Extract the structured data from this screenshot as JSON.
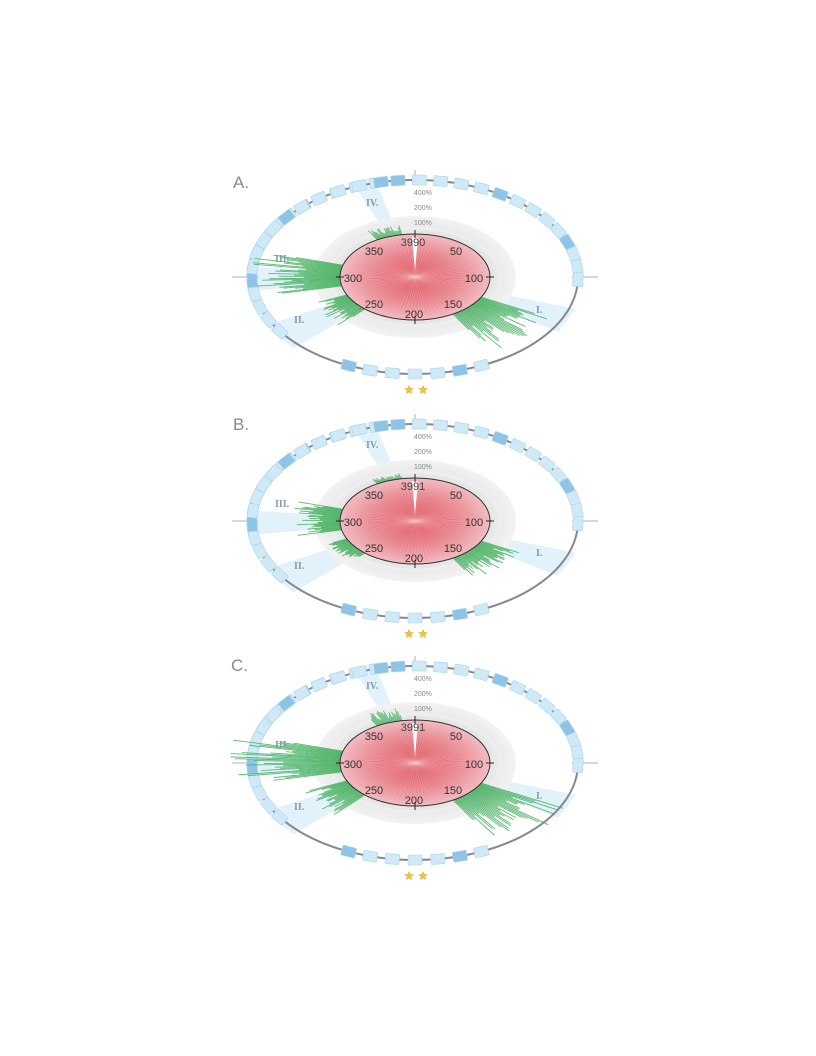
{
  "colors": {
    "segment": "#cfe9f7",
    "segment_dark": "#8ec4e6",
    "highlight": "#d8eef9",
    "density": "#e05563",
    "bars": "#3fae5a",
    "ring": "#888888",
    "star": "#f2c530"
  },
  "panels": [
    {
      "label": "A.",
      "total": "3990",
      "ticks": [
        "350",
        "50",
        "300",
        "100",
        "250",
        "150",
        "200"
      ],
      "percent_labels": [
        "400%",
        "200%",
        "100%"
      ],
      "region_labels": [
        "I.",
        "II.",
        "III.",
        "IV."
      ],
      "bars_intensity": 1.0
    },
    {
      "label": "B.",
      "total": "3991",
      "ticks": [
        "350",
        "50",
        "300",
        "100",
        "250",
        "150",
        "200"
      ],
      "percent_labels": [
        "400%",
        "200%",
        "100%"
      ],
      "region_labels": [
        "I.",
        "II.",
        "III.",
        "IV."
      ],
      "bars_intensity": 0.55
    },
    {
      "label": "C.",
      "total": "3991",
      "ticks": [
        "350",
        "50",
        "300",
        "100",
        "250",
        "150",
        "200"
      ],
      "percent_labels": [
        "400%",
        "200%",
        "100%"
      ],
      "region_labels": [
        "I.",
        "II.",
        "III.",
        "IV."
      ],
      "bars_intensity": 1.25
    }
  ]
}
